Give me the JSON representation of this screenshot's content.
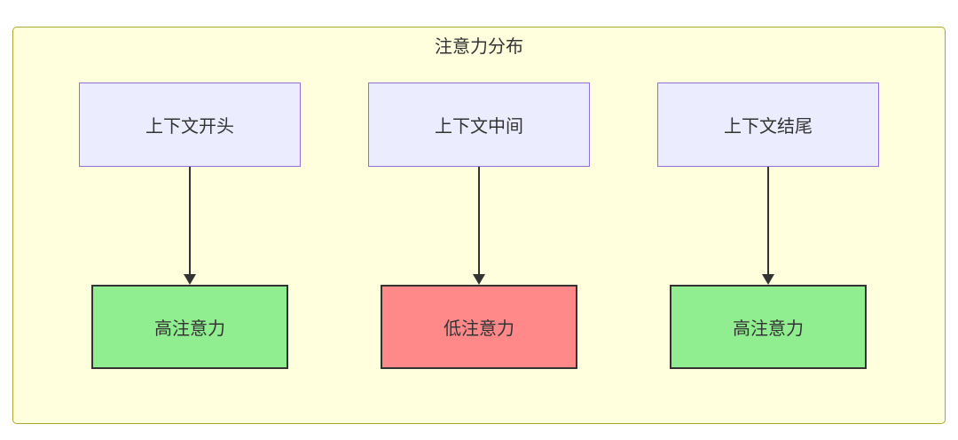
{
  "diagram": {
    "title": "注意力分布",
    "columns": [
      {
        "source": "上下文开头",
        "target": "高注意力",
        "level": "high"
      },
      {
        "source": "上下文中间",
        "target": "低注意力",
        "level": "low"
      },
      {
        "source": "上下文结尾",
        "target": "高注意力",
        "level": "high"
      }
    ],
    "colors": {
      "container_bg": "#ffffde",
      "container_border": "#aaaa33",
      "source_bg": "#ececff",
      "source_border": "#9370db",
      "high_bg": "#90ee90",
      "low_bg": "#ff8888",
      "target_border": "#333333"
    }
  }
}
